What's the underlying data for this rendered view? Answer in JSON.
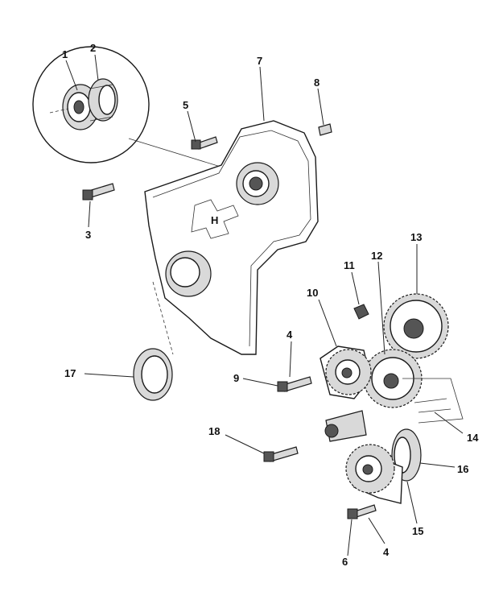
{
  "callouts": {
    "c1": "1",
    "c2": "2",
    "c3": "3",
    "c4a": "4",
    "c4b": "4",
    "c5": "5",
    "c6": "6",
    "c7": "7",
    "c8": "8",
    "c9": "9",
    "c10": "10",
    "c11": "11",
    "c12": "12",
    "c13": "13",
    "c14": "14",
    "c15": "15",
    "c16": "16",
    "c17": "17",
    "c18": "18"
  },
  "cover_emblem": "H"
}
